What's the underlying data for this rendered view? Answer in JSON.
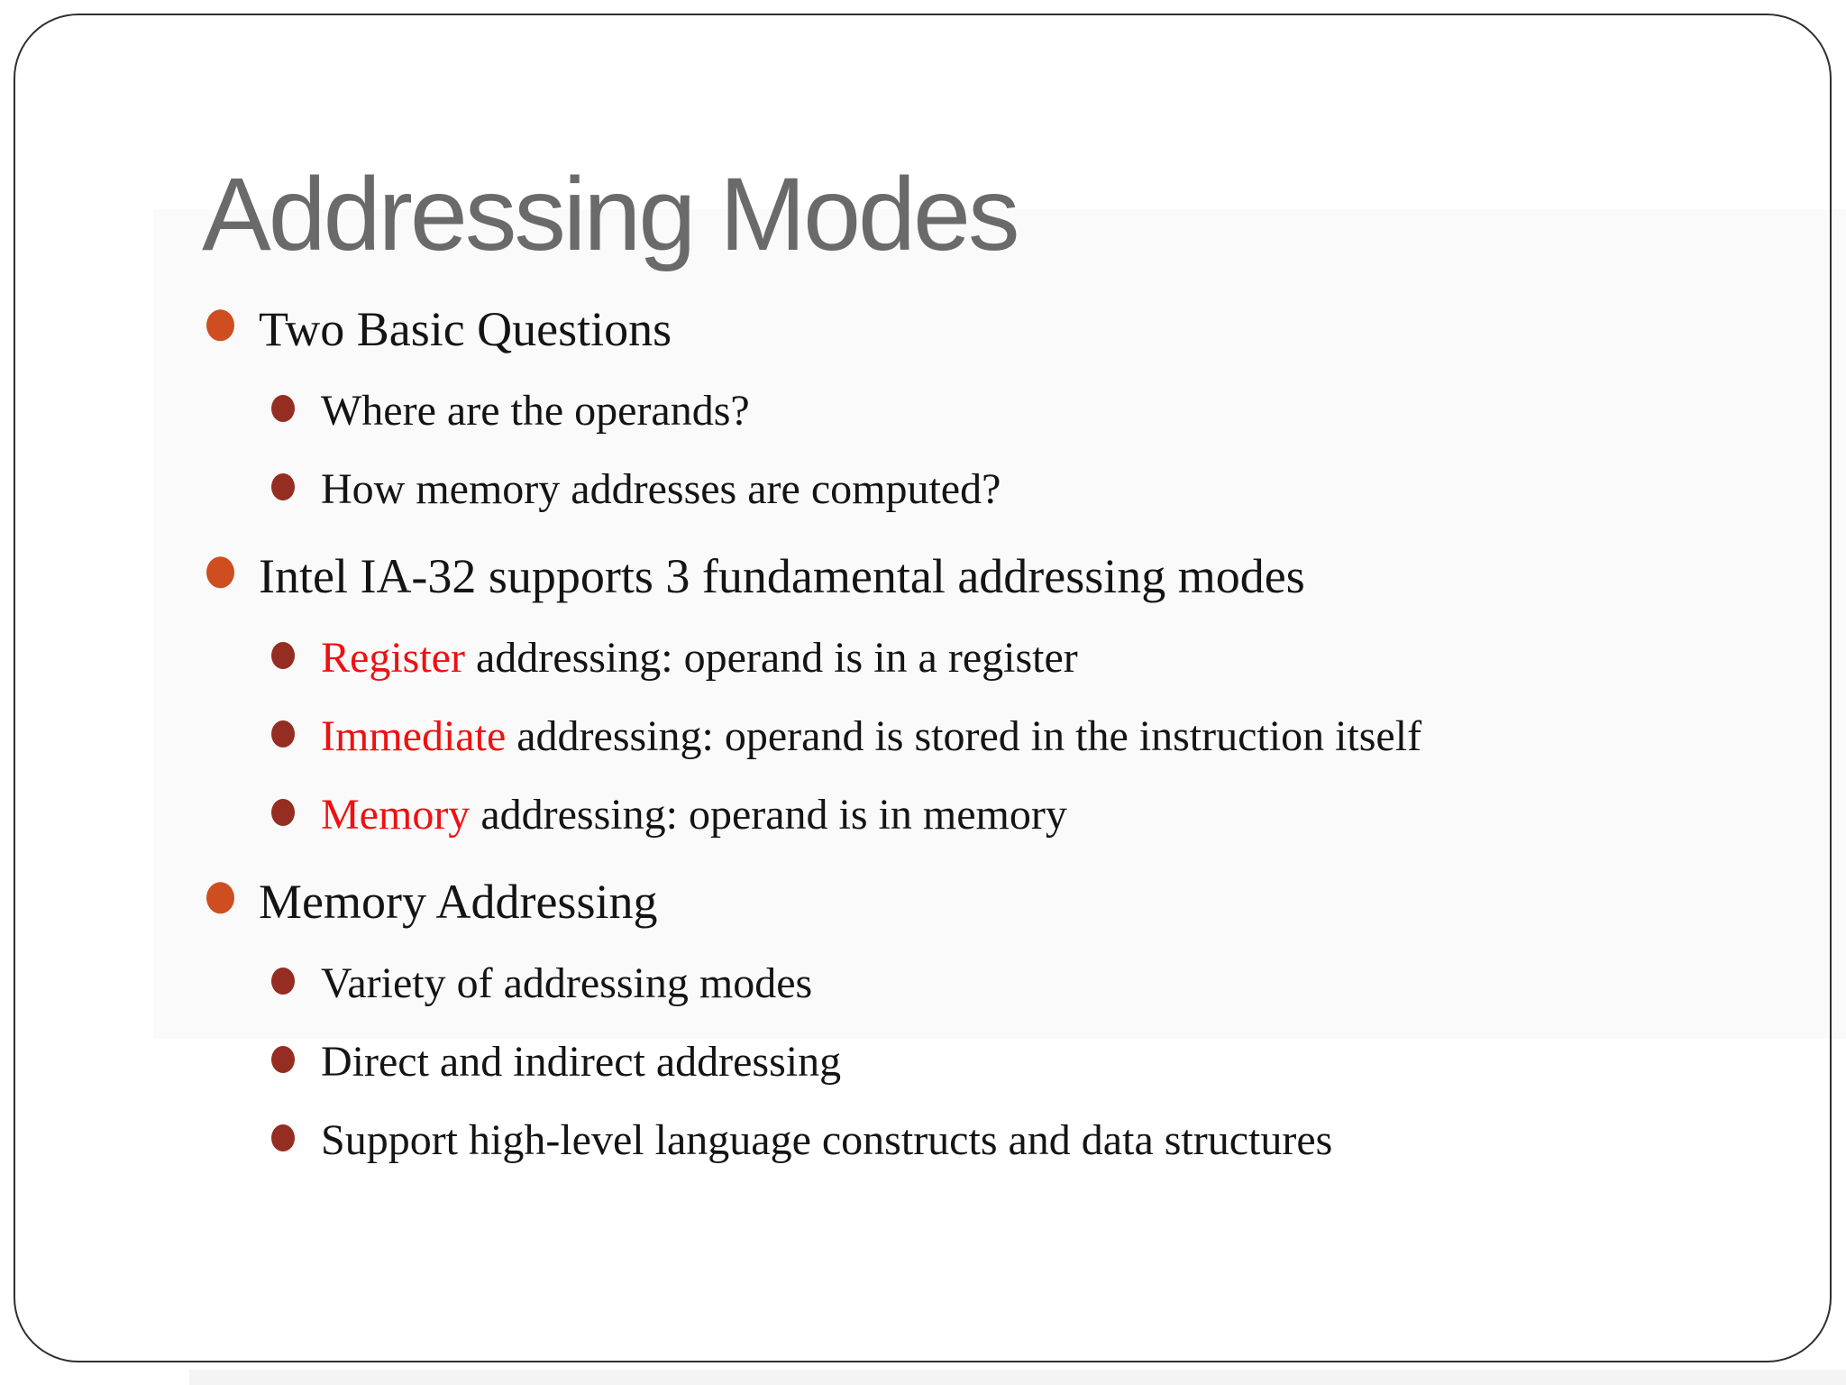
{
  "slide": {
    "title": "Addressing Modes",
    "items": [
      {
        "level": 1,
        "text": "Two Basic Questions"
      },
      {
        "level": 2,
        "text": "Where are the operands?"
      },
      {
        "level": 2,
        "text": "How memory addresses are computed?"
      },
      {
        "level": 1,
        "text": "Intel IA-32 supports 3 fundamental addressing modes"
      },
      {
        "level": 2,
        "em": "Register",
        "text": " addressing: operand is in a register"
      },
      {
        "level": 2,
        "em": "Immediate",
        "text": " addressing: operand is stored in the instruction itself"
      },
      {
        "level": 2,
        "em": "Memory",
        "text": " addressing: operand is in memory"
      },
      {
        "level": 1,
        "text": "Memory Addressing"
      },
      {
        "level": 2,
        "text": "Variety of addressing modes"
      },
      {
        "level": 2,
        "text": "Direct and indirect addressing"
      },
      {
        "level": 2,
        "text": "Support high-level language constructs and data structures"
      }
    ]
  },
  "colors": {
    "background": "#ffffff",
    "slide_border": "#2f2f2f",
    "title": "#6a6a6a",
    "body_text": "#141414",
    "level1_bullet": "#CE4E20",
    "level2_bullet": "#962D22",
    "emphasis_red": "#EE1111"
  }
}
